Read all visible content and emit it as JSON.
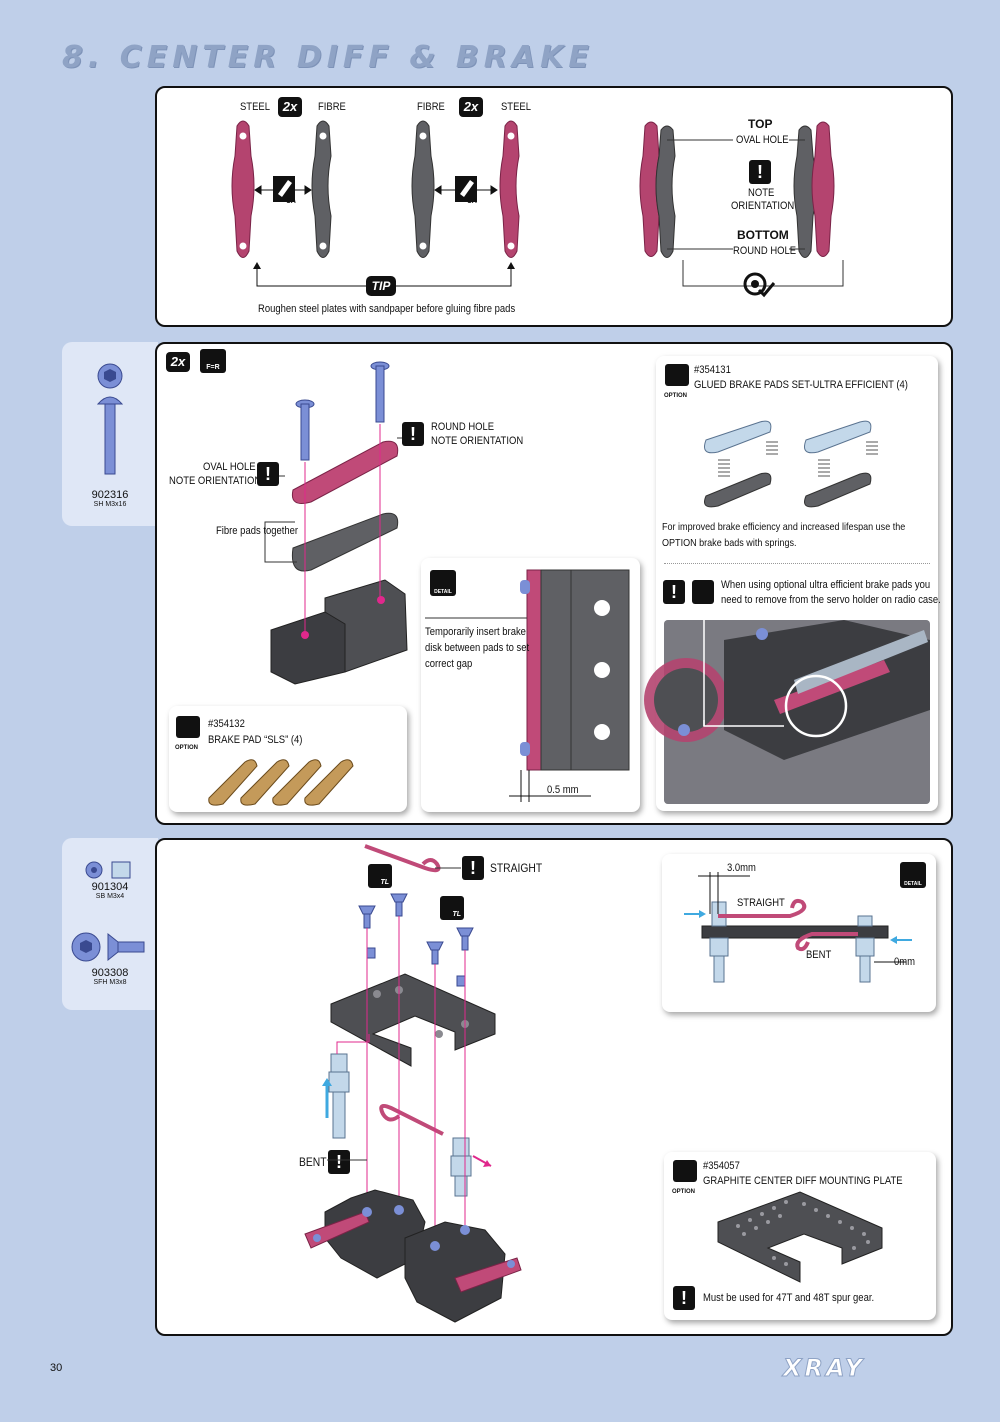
{
  "header": {
    "title": "8. CENTER DIFF & BRAKE"
  },
  "panel1": {
    "steel_left": "STEEL",
    "badge_2x": "2x",
    "fibre_left": "FIBRE",
    "fibre_right": "FIBRE",
    "steel_right": "STEEL",
    "ca": "CA",
    "tip_badge": "TIP",
    "tip_text": "Roughen steel plates with sandpaper before gluing fibre pads",
    "top_label": "TOP",
    "oval_hole": "OVAL HOLE",
    "note": "NOTE",
    "orientation": "ORIENTATION",
    "bottom_label": "BOTTOM",
    "round_hole": "ROUND HOLE"
  },
  "panel2": {
    "sidebar_part_code": "902316",
    "sidebar_part_desc": "SH M3x16",
    "badge_2x": "2x",
    "fr_label": "F=R",
    "round_hole": "ROUND HOLE",
    "round_hole_note": "NOTE ORIENTATION",
    "oval_hole": "OVAL HOLE",
    "oval_hole_note": "NOTE ORIENTATION",
    "fibre_pads": "Fibre pads together",
    "detail_label": "DETAIL",
    "detail_text_1": "Temporarily insert brake",
    "detail_text_2": "disk between pads to set",
    "detail_text_3": "correct gap",
    "gap": "0.5 mm",
    "option_label": "OPTION",
    "option1_code": "#354131",
    "option1_name": "GLUED BRAKE PADS SET-ULTRA EFFICIENT (4)",
    "option1_text_1": "For improved brake efficiency and increased lifespan use the",
    "option1_text_2": "OPTION brake bads with springs.",
    "warning_text_1": "When using optional ultra efficient brake pads you",
    "warning_text_2": "need to remove from the servo holder on radio case.",
    "option2_code": "#354132",
    "option2_name": "BRAKE PAD “SLS” (4)"
  },
  "panel3": {
    "sidebar_part1_code": "901304",
    "sidebar_part1_desc": "SB M3x4",
    "sidebar_part2_code": "903308",
    "sidebar_part2_desc": "SFH M3x8",
    "tl_label": "TL",
    "straight": "STRAIGHT",
    "bent": "BENT",
    "detail_label": "DETAIL",
    "dim_3mm": "3.0mm",
    "detail_straight": "STRAIGHT",
    "detail_bent": "BENT",
    "dim_0mm": "0mm",
    "option_label": "OPTION",
    "option_code": "#354057",
    "option_name": "GRAPHITE CENTER DIFF MOUNTING PLATE",
    "option_note": "Must be used for 47T and 48T spur gear."
  },
  "footer": {
    "page_number": "30",
    "brand": "XRAY"
  },
  "colors": {
    "background": "#bfcfe9",
    "steel": "#b4446f",
    "fibre": "#5f6064",
    "accent_magenta": "#e0288c",
    "screw_blue": "#7b8fd6"
  }
}
